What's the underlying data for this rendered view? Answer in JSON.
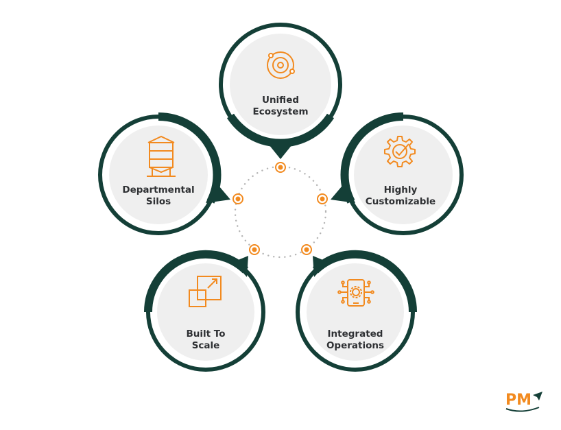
{
  "colors": {
    "dark_green": "#143f37",
    "orange": "#f28a1f",
    "disk_gray": "#efefef",
    "text": "#2e3033",
    "dots": "#b5b5b5"
  },
  "nodes": [
    {
      "key": "unified",
      "icon": "ecosystem-orbit-icon",
      "lines": [
        "Unified",
        "Ecosystem"
      ]
    },
    {
      "key": "customizable",
      "icon": "gear-check-icon",
      "lines": [
        "Highly",
        "Customizable"
      ]
    },
    {
      "key": "integrated",
      "icon": "phone-gear-network-icon",
      "lines": [
        "Integrated",
        "Operations"
      ]
    },
    {
      "key": "scale",
      "icon": "scale-up-squares-icon",
      "lines": [
        "Built To",
        "Scale"
      ]
    },
    {
      "key": "silos",
      "icon": "silo-tower-icon",
      "lines": [
        "Departmental",
        "Silos"
      ]
    }
  ],
  "logo": {
    "text": "PM",
    "icon": "arrow-swoosh-icon"
  }
}
